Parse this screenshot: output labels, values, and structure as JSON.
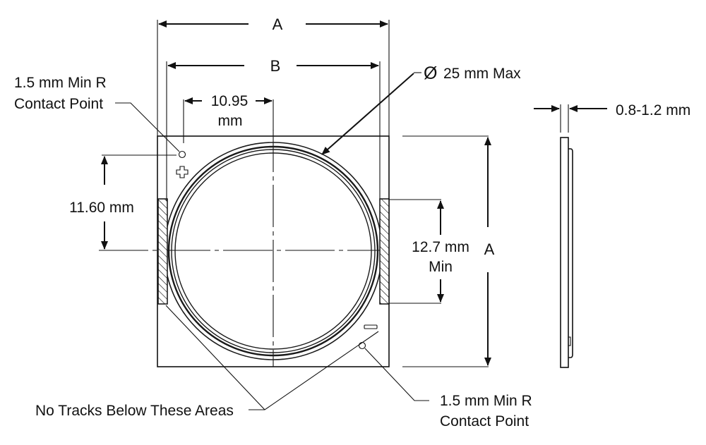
{
  "diagram": {
    "type": "mechanical-dimension-drawing",
    "views": [
      "top-view",
      "side-view"
    ],
    "dimensions": {
      "overall_width": {
        "label": "A"
      },
      "inner_width": {
        "label": "B"
      },
      "overall_height": {
        "label": "A"
      },
      "contact_offset_x": {
        "line1": "10.95",
        "line2": "mm"
      },
      "contact_offset_y": {
        "label": "11.60 mm"
      },
      "pad_length": {
        "line1": "12.7 mm",
        "line2": "Min"
      },
      "circle_diameter": {
        "symbol": "Ø",
        "label": "25 mm Max"
      },
      "thickness": {
        "label": "0.8-1.2 mm"
      }
    },
    "callouts": {
      "top_contact": {
        "line1": "1.5 mm Min R",
        "line2": "Contact Point"
      },
      "bottom_contact": {
        "line1": "1.5 mm Min R",
        "line2": "Contact Point"
      },
      "keepout": {
        "label": "No Tracks Below These Areas"
      }
    },
    "polarity": {
      "positive": "+",
      "negative": "−"
    }
  }
}
